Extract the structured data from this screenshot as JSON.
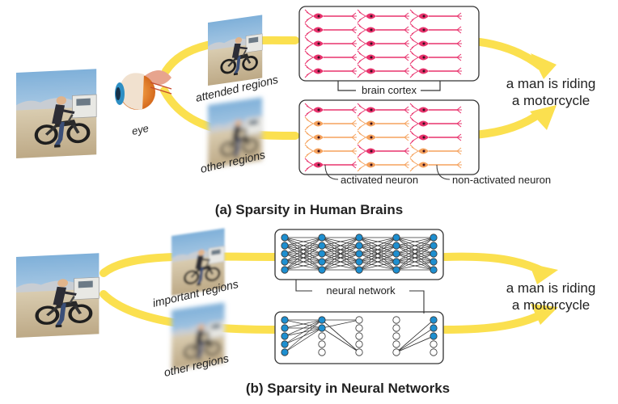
{
  "panel_a": {
    "caption": "(a) Sparsity in Human Brains",
    "eye_label": "eye",
    "attended_label": "attended regions",
    "other_label": "other regions",
    "cortex_label": "brain cortex",
    "activated_label": "activated neuron",
    "nonactivated_label": "non-activated neuron",
    "output_line1": "a man is riding",
    "output_line2": "a motorcycle"
  },
  "panel_b": {
    "caption": "(b) Sparsity in Neural Networks",
    "important_label": "important regions",
    "other_label": "other regions",
    "network_label": "neural network",
    "output_line1": "a man is riding",
    "output_line2": "a motorcycle"
  },
  "colors": {
    "arrow": "#fbe04f",
    "activated_neuron": "#e8336d",
    "nonactivated_neuron": "#f5a25d",
    "active_node": "#1e8fd0",
    "inactive_node": "#ffffff",
    "sky": "#9fc4e0",
    "ground": "#cfc0a3"
  },
  "icons": {
    "photo": "motorcycle-rider-photo",
    "eye": "eye-illustration"
  }
}
